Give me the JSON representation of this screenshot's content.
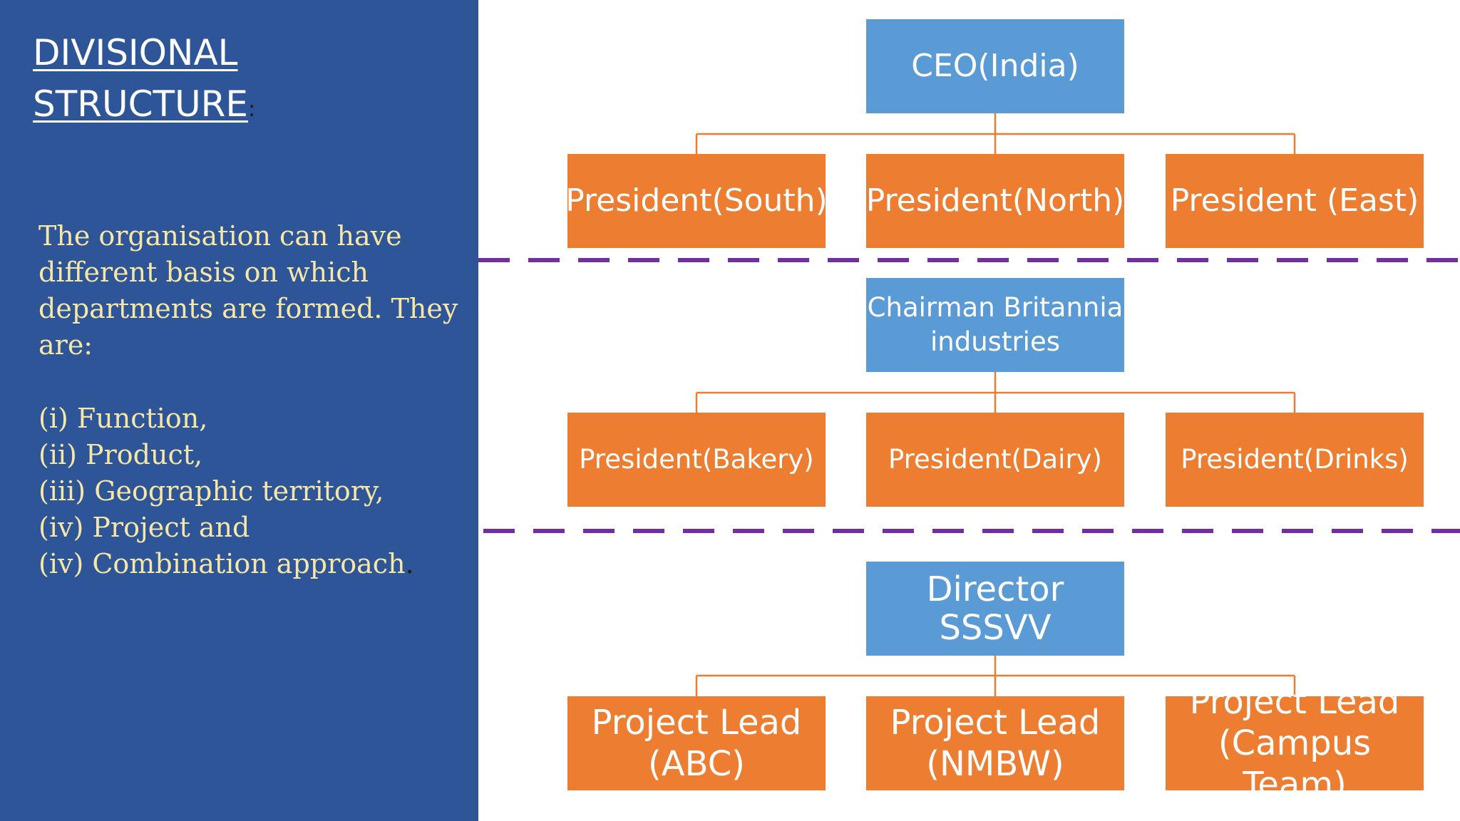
{
  "left_panel": {
    "title_line1": "DIVISIONAL",
    "title_line2": "STRUCTURE",
    "title_colon": ":",
    "intro_text": "The organisation can have different basis on which departments are formed. They are:",
    "basis": [
      "(i) Function,",
      "(ii) Product,",
      "(iii) Geographic territory,",
      "(iv) Project and",
      "(iv) Combination approach"
    ],
    "basis_last_period": "."
  },
  "org_charts": [
    {
      "head": "CEO(India)",
      "children": [
        "President(South)",
        "President(North)",
        "President (East)"
      ]
    },
    {
      "head": "Chairman Britannia\nindustries",
      "children": [
        "President(Bakery)",
        "President(Dairy)",
        "President(Drinks)"
      ]
    },
    {
      "head": "Director SSSVV",
      "children": [
        "Project Lead\n(ABC)",
        "Project Lead\n(NMBW)",
        "Project Lead\n(Campus Team)"
      ]
    }
  ],
  "colors": {
    "panel_blue": "#2e5597",
    "head_box": "#5b9bd5",
    "child_box": "#ed7d31",
    "connector": "#ed7d31",
    "separator": "#7030a0",
    "panel_text": "#f7e7a6"
  }
}
